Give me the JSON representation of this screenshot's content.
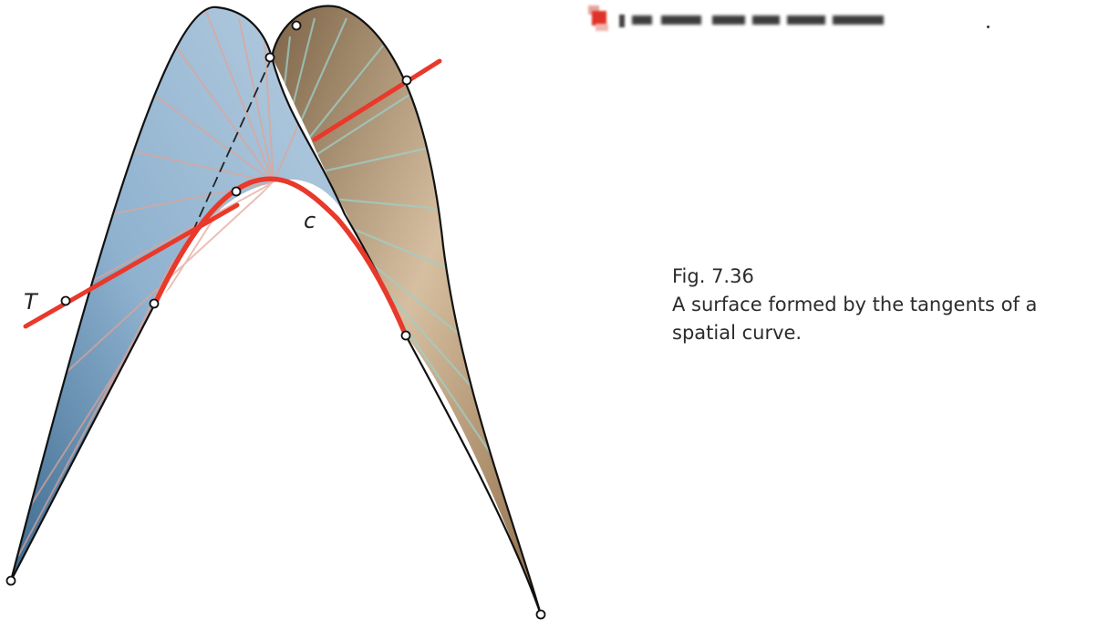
{
  "figure": {
    "label_tangent": "T",
    "label_curve": "c"
  },
  "caption": {
    "number": "Fig. 7.36",
    "text": "A surface formed by the tangents of a spatial curve."
  },
  "colors": {
    "curve": "#e8392b",
    "tangent": "#e8392b",
    "left_sheet_light": "#a9c4dc",
    "left_sheet_dark": "#3f6d93",
    "right_sheet_light": "#dcc8ad",
    "right_sheet_dark": "#8a6a46",
    "outline": "#111111"
  },
  "icons": [
    "blurred-marker-icon"
  ]
}
